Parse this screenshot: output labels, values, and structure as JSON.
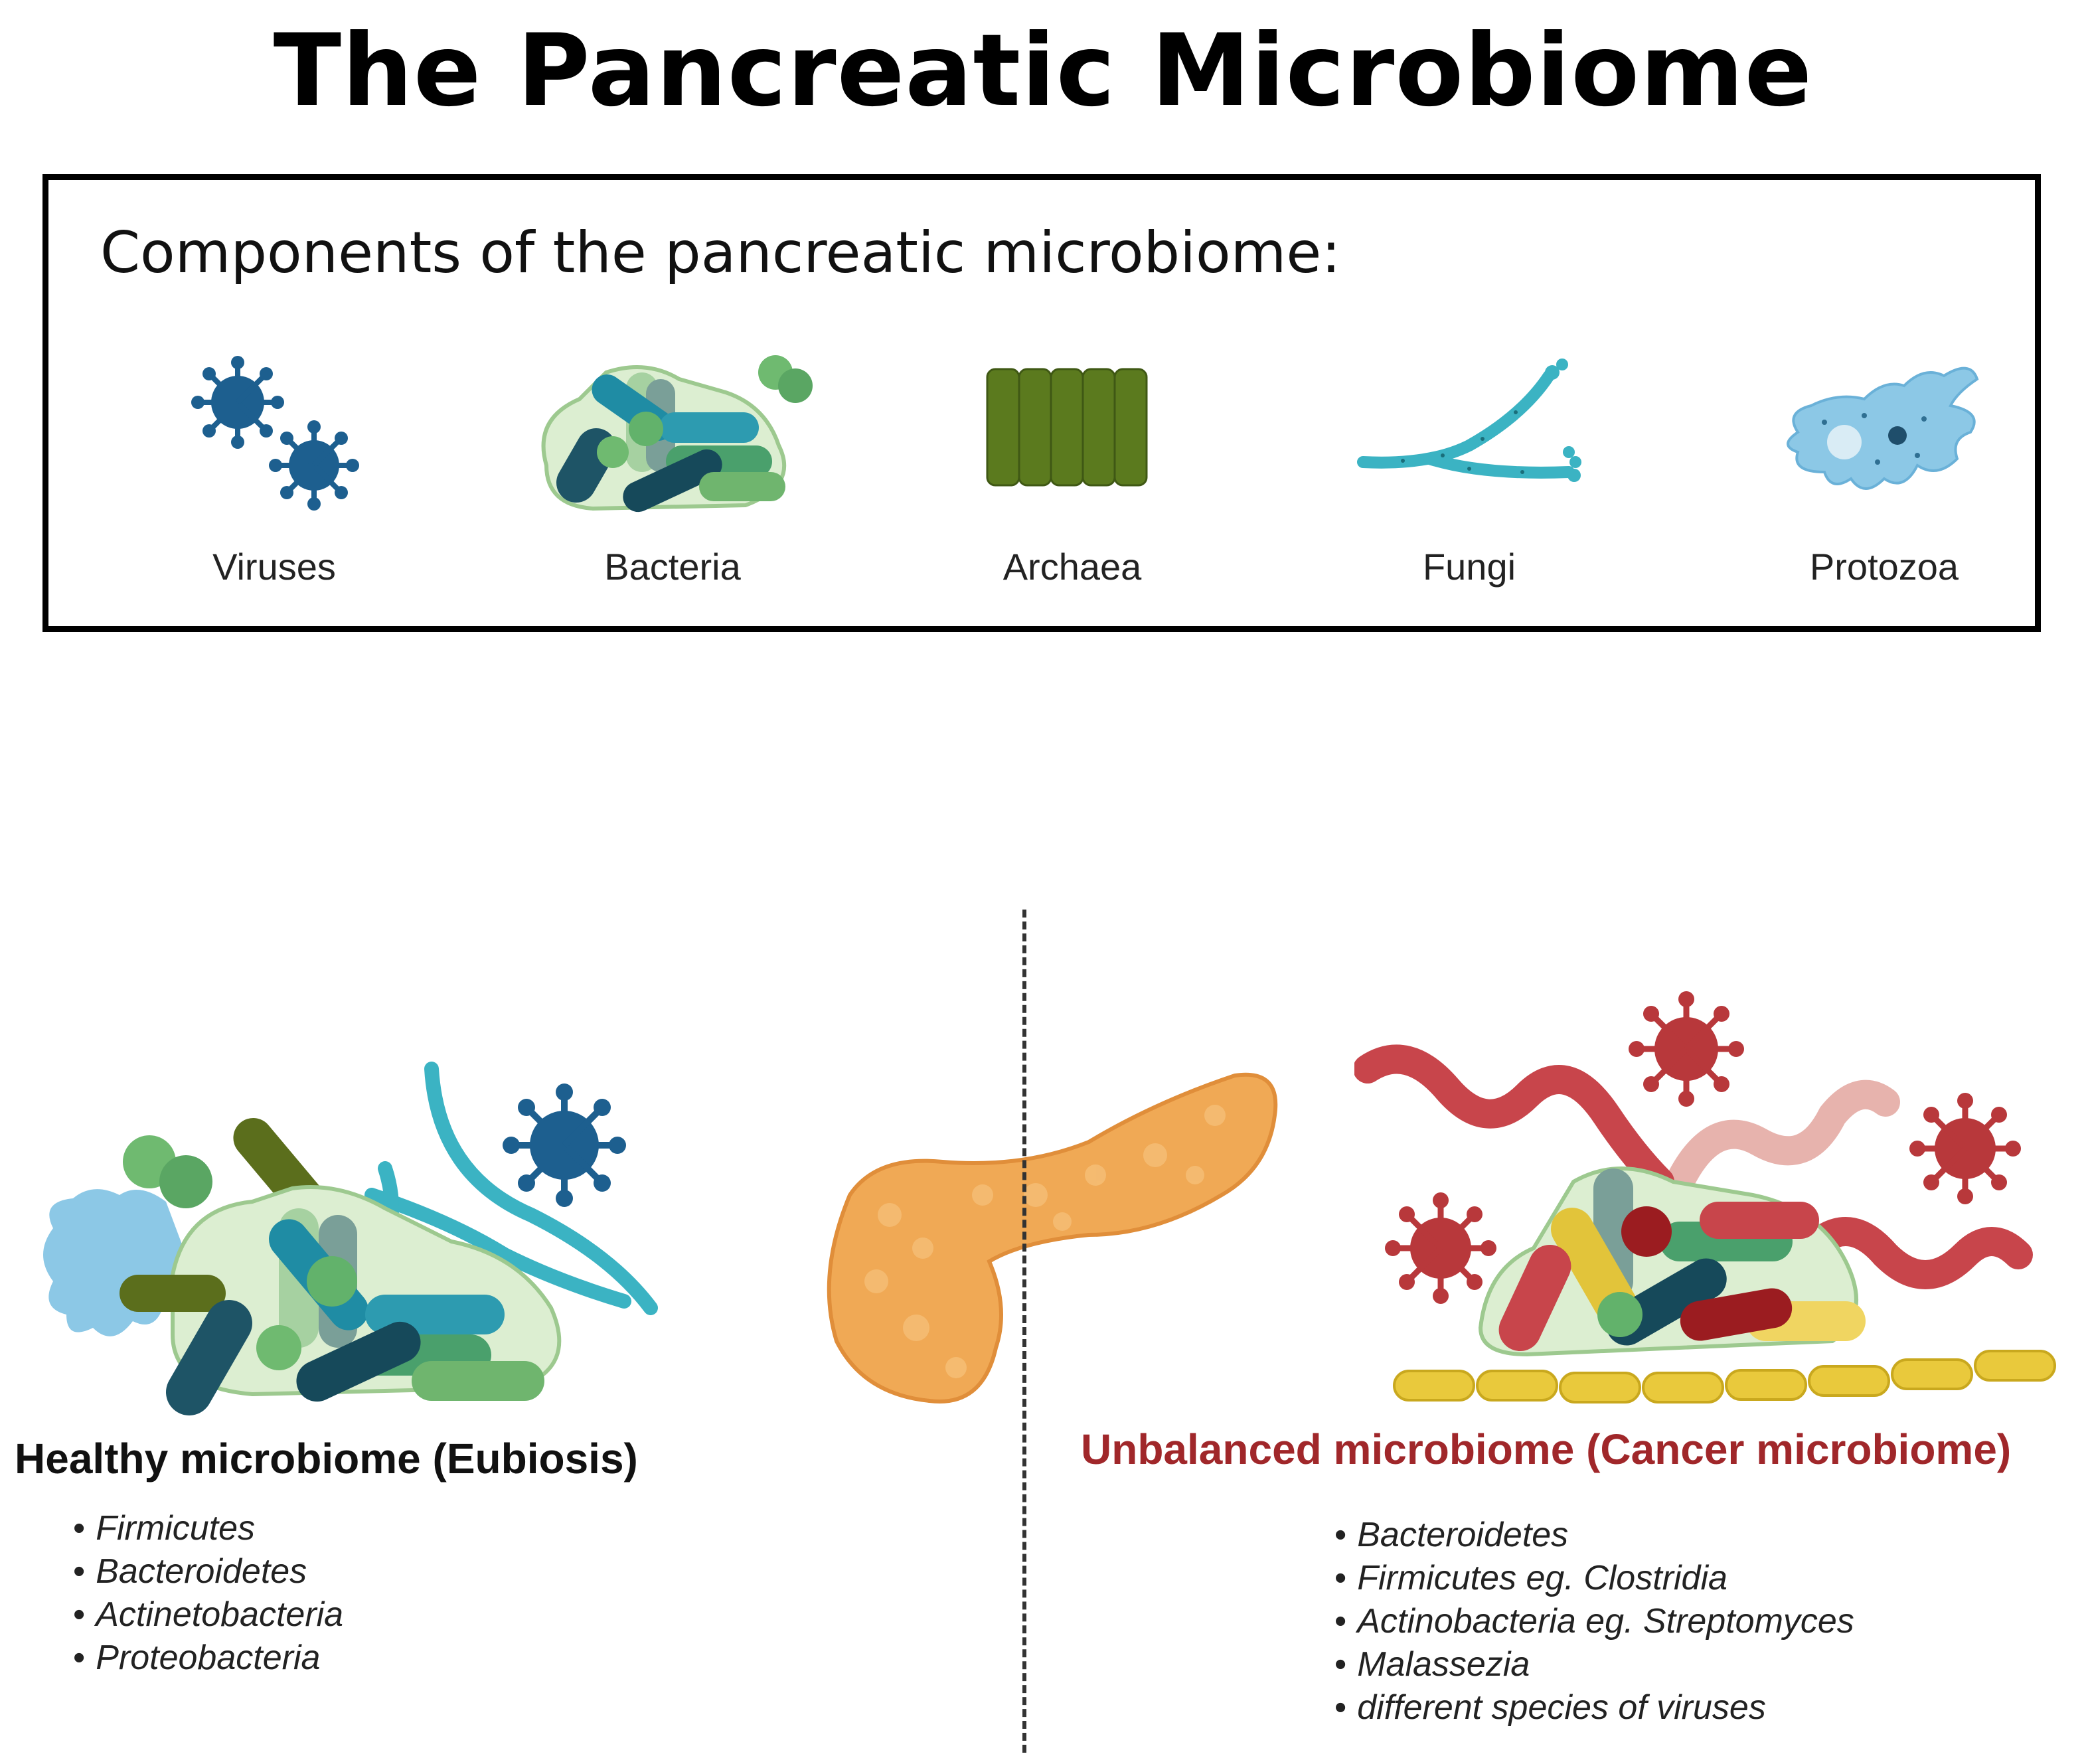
{
  "title": "The Pancreatic Microbiome",
  "components": {
    "heading": "Components of the pancreatic microbiome:",
    "items": [
      {
        "label": "Viruses",
        "icon": "virus-icon"
      },
      {
        "label": "Bacteria",
        "icon": "bacteria-icon"
      },
      {
        "label": "Archaea",
        "icon": "archaea-icon"
      },
      {
        "label": "Fungi",
        "icon": "fungi-icon"
      },
      {
        "label": "Protozoa",
        "icon": "protozoa-icon"
      }
    ]
  },
  "healthy": {
    "title": "Healthy microbiome (Eubiosis)",
    "items": [
      "Firmicutes",
      "Bacteroidetes",
      "Actinetobacteria",
      "Proteobacteria"
    ]
  },
  "cancer": {
    "title": "Unbalanced microbiome (Cancer microbiome)",
    "items": [
      "Bacteroidetes",
      "Firmicutes eg. Clostridia",
      "Actinobacteria eg. Streptomyces",
      "Malassezia",
      "different species of viruses"
    ]
  },
  "colors": {
    "cancer_title": "#a0272a",
    "virus_blue": "#1d5f8f",
    "archaea_green": "#5b7a1e",
    "fungi_teal": "#3bb3c3",
    "protozoa_blue": "#8cc8e6",
    "pancreas_orange": "#f0a955",
    "cancer_red": "#c0393b"
  }
}
